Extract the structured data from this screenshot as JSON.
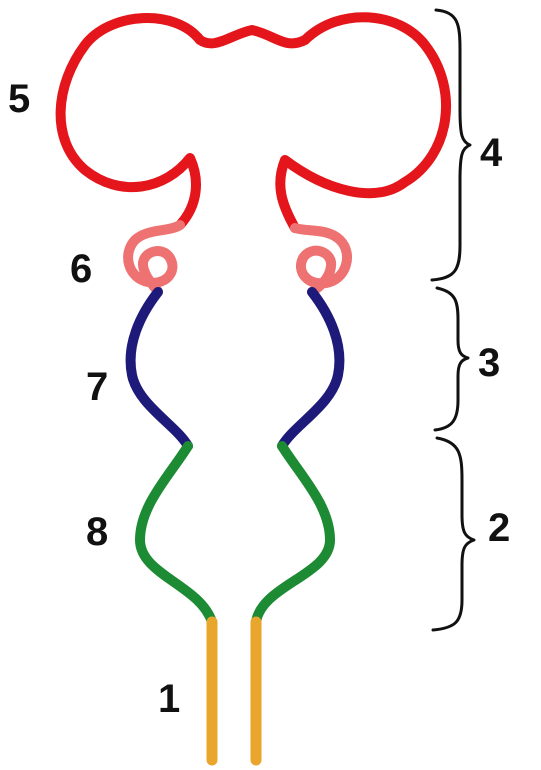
{
  "labels": {
    "l1": "1",
    "l2": "2",
    "l3": "3",
    "l4": "4",
    "l5": "5",
    "l6": "6",
    "l7": "7",
    "l8": "8"
  },
  "colors": {
    "segment_5": "#e4161b",
    "segment_6": "#ef7272",
    "segment_7": "#1e1a7a",
    "segment_8": "#1d8a34",
    "segment_1": "#e9a62c",
    "brace": "#111111"
  }
}
